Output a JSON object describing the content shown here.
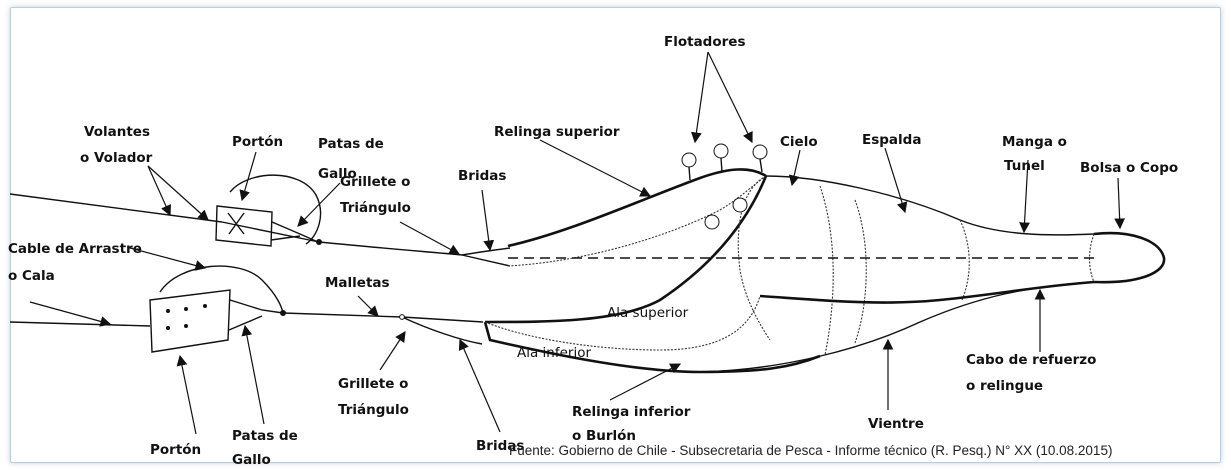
{
  "labels": {
    "flotadores": "Flotadores",
    "porton_top": "Portón",
    "patas_gallo_top_1": "Patas de",
    "patas_gallo_top_2": "Gallo",
    "volantes_1": "Volantes",
    "volantes_2": "o Volador",
    "relinga_superior": "Relinga superior",
    "cielo": "Cielo",
    "espalda": "Espalda",
    "manga_1": "Manga o",
    "manga_2": "Tunel",
    "bolsa": "Bolsa o Copo",
    "grillete_top_1": "Grillete o",
    "grillete_top_2": "Triángulo",
    "bridas_top": "Bridas",
    "cable_1": "Cable de Arrastre",
    "cable_2": "o Cala",
    "malletas": "Malletas",
    "ala_superior": "Ala superior",
    "ala_inferior": "Ala inferior",
    "cabo_1": "Cabo de refuerzo",
    "cabo_2": "o relingue",
    "grillete_bot_1": "Grillete o",
    "grillete_bot_2": "Triángulo",
    "relinga_inferior_1": "Relinga inferior",
    "relinga_inferior_2": "o Burlón",
    "vientre": "Vientre",
    "porton_bot": "Portón",
    "patas_gallo_bot_1": "Patas de",
    "patas_gallo_bot_2": "Gallo",
    "bridas_bot": "Bridas"
  },
  "source": "Fuente: Gobierno de Chile - Subsecretaria de Pesca - Informe técnico (R. Pesq.) N° XX (10.08.2015)"
}
